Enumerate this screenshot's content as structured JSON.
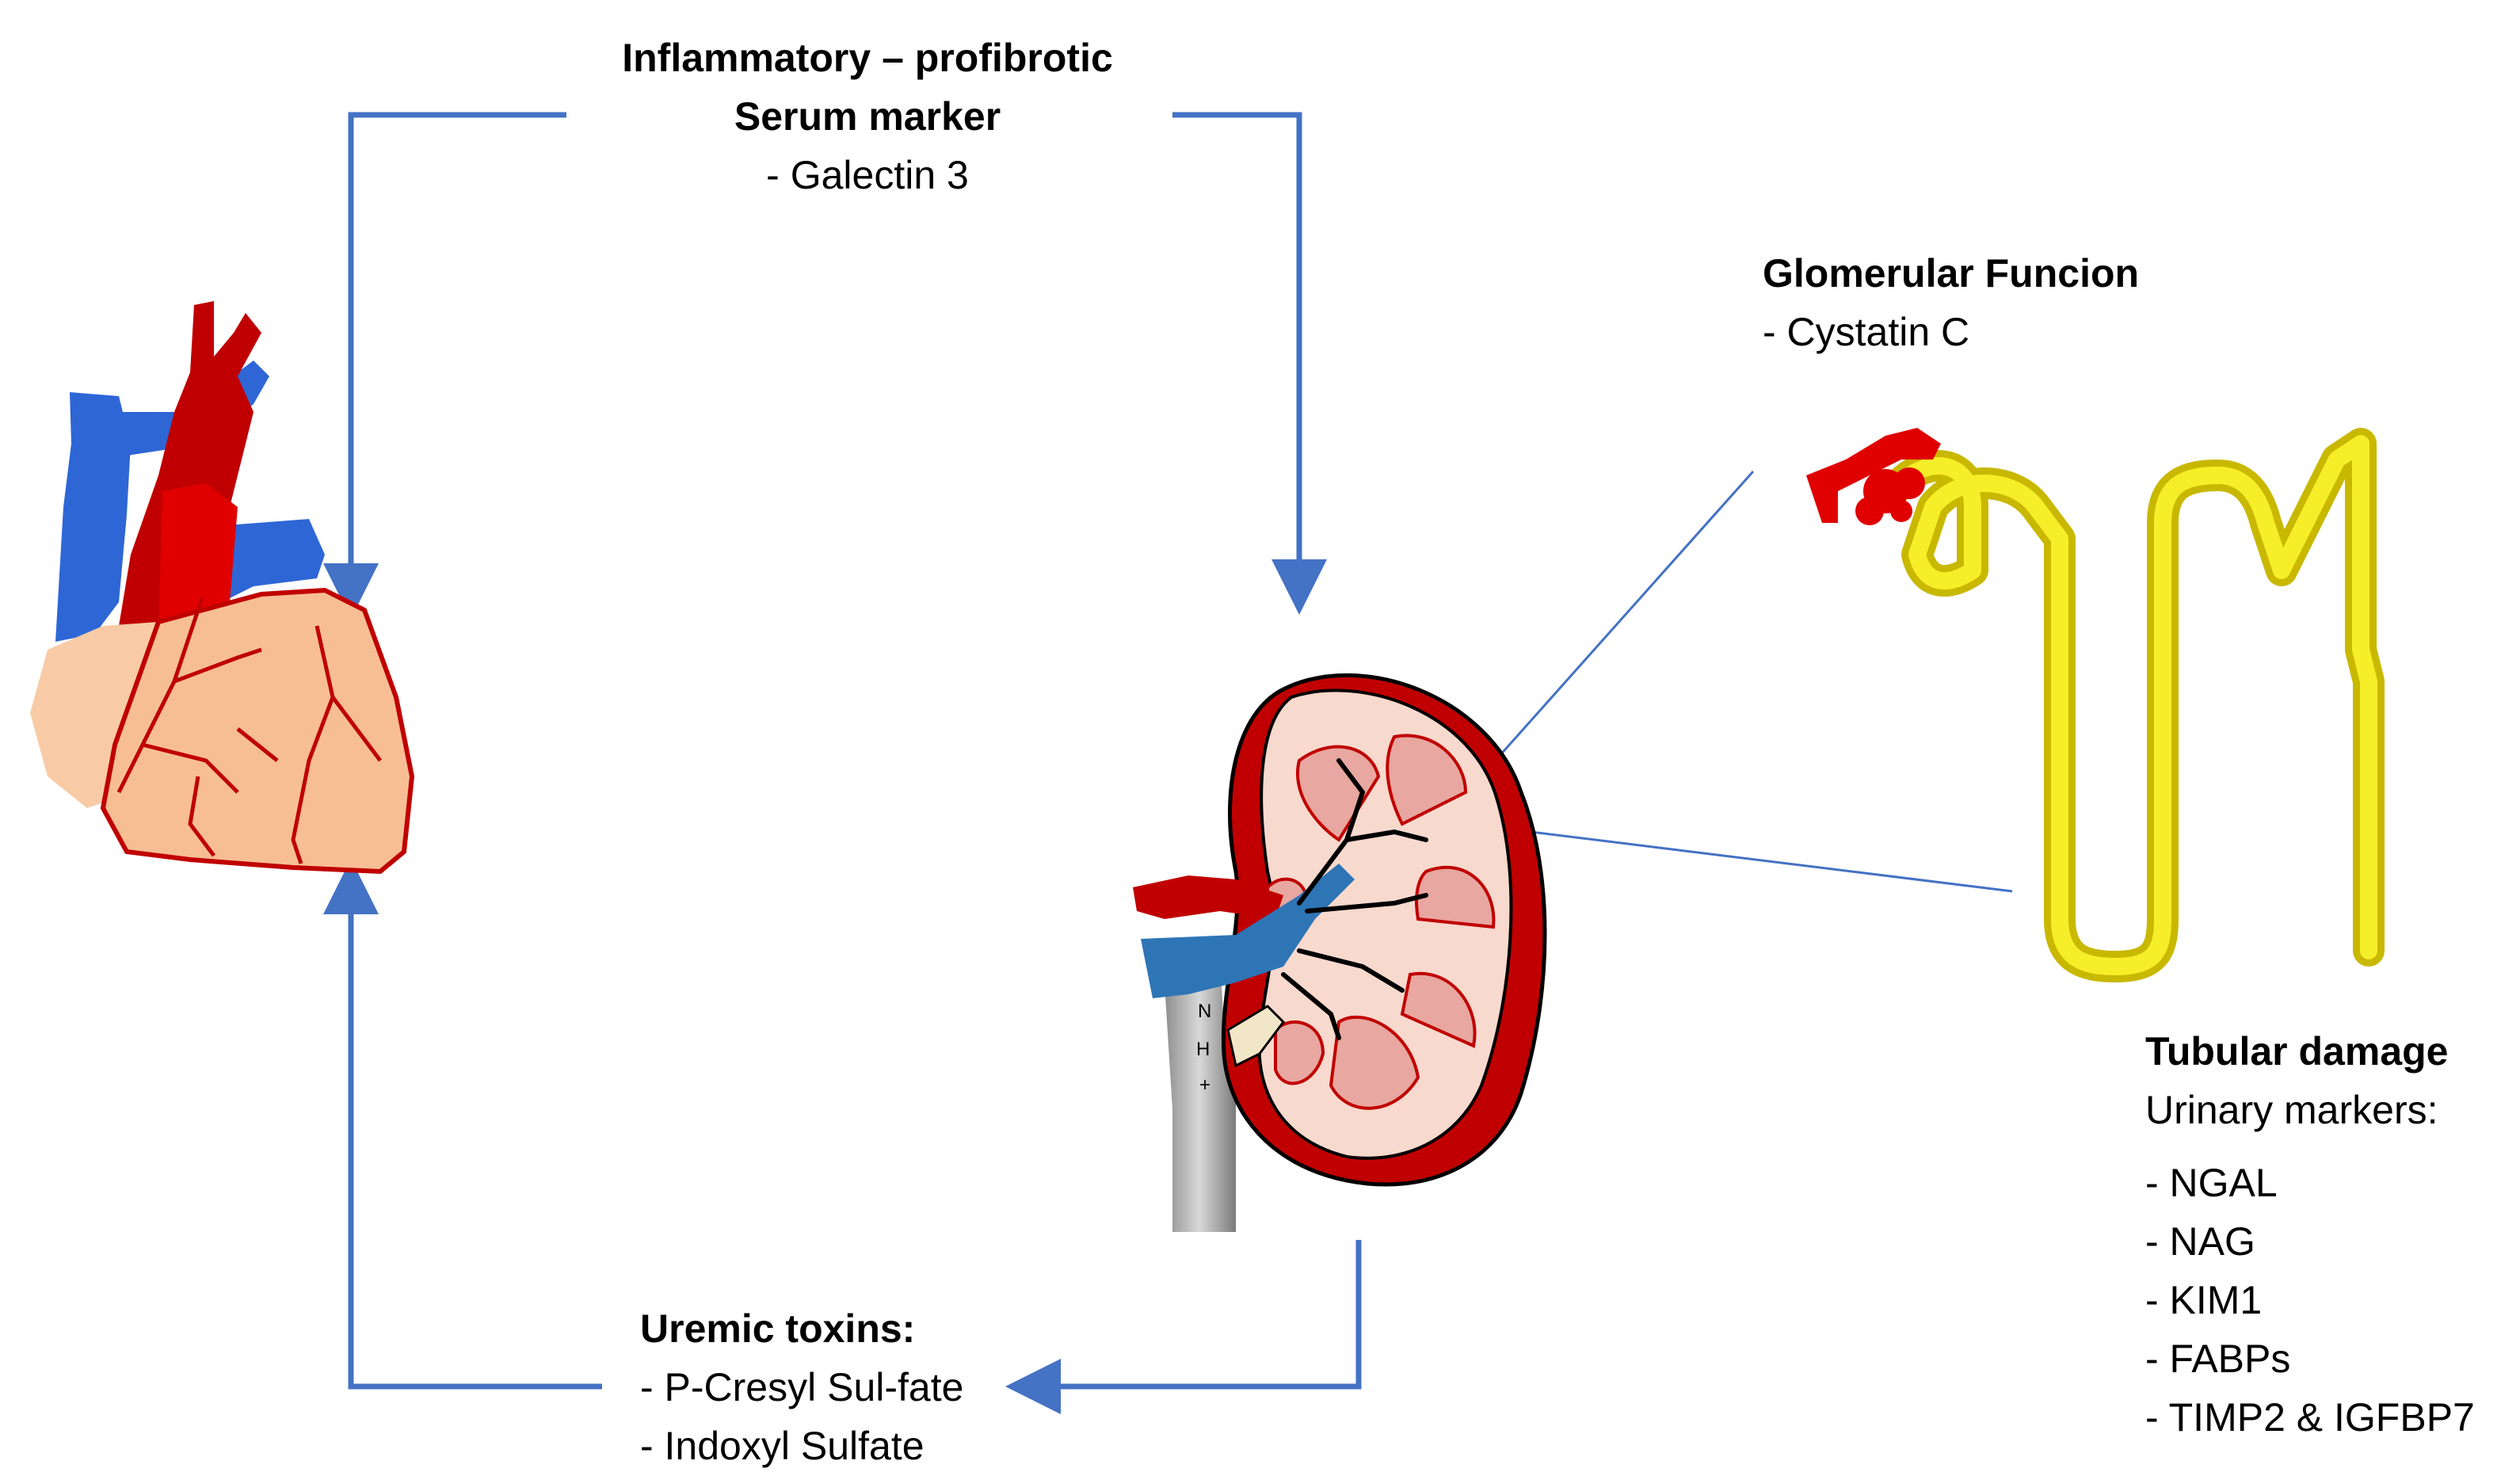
{
  "top_box": {
    "title": "Inflammatory – profibrotic",
    "subtitle": "Serum marker",
    "items": [
      "- Galectin 3"
    ]
  },
  "glomerular": {
    "title": "Glomerular Funcion",
    "items": [
      "- Cystatin C"
    ]
  },
  "tubular": {
    "title": "Tubular damage",
    "subtitle": "Urinary markers:",
    "items": [
      "- NGAL",
      "- NAG",
      "- KIM1",
      "- FABPs",
      "- TIMP2 & IGFBP7"
    ]
  },
  "uremic": {
    "title": "Uremic toxins:",
    "items": [
      "- P-Cresyl Sul-fate",
      "- Indoxyl Sulfate"
    ]
  },
  "ureter_labels": [
    "N",
    "H",
    "+"
  ],
  "colors": {
    "arrow": "#4472C4",
    "artery": "#C00000",
    "vein": "#2E75B6",
    "heart_tissue": "#F7BE94",
    "nephron": "#F2E600",
    "kidney_cortex": "#C00000",
    "kidney_medulla": "#F8D9CE"
  }
}
